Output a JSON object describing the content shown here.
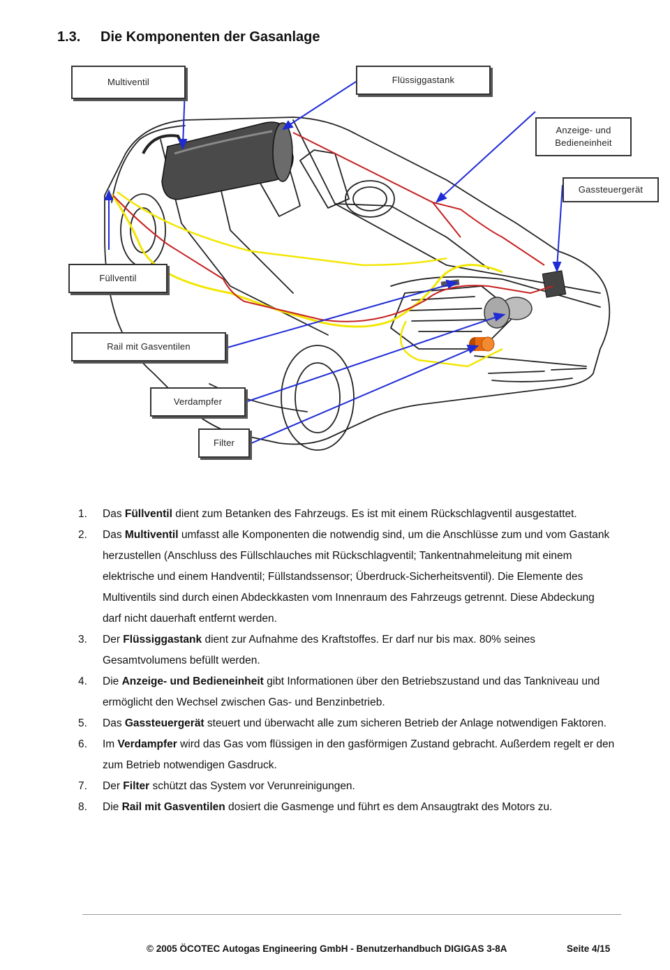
{
  "section": {
    "number": "1.3.",
    "title": "Die Komponenten der Gasanlage"
  },
  "figure": {
    "labels": {
      "multiventil": "Multiventil",
      "fluessiggastank": "Flüssiggastank",
      "anzeige": "Anzeige- und Bedieneinheit",
      "gassteuergeraet": "Gassteuergerät",
      "fuellventil": "Füllventil",
      "rail": "Rail mit Gasventilen",
      "verdampfer": "Verdampfer",
      "filter": "Filter"
    },
    "colors": {
      "pointer": "#1f2bd6",
      "gas_line": "#f2e600",
      "electric_line": "#c62020",
      "filter_part": "#e86a10"
    }
  },
  "items": [
    {
      "n": "1.",
      "pre": "Das ",
      "bold": "Füllventil",
      "post": " dient zum Betanken des Fahrzeugs. Es ist mit einem Rückschlagventil ausgestattet."
    },
    {
      "n": "2.",
      "pre": "Das ",
      "bold": "Multiventil",
      "post": " umfasst alle Komponenten die notwendig sind, um die Anschlüsse zum und vom Gastank herzustellen (Anschluss des Füllschlauches mit Rückschlagventil; Tankentnahmeleitung mit einem elektrische und einem Handventil; Füllstandssensor; Überdruck-Sicherheitsventil). Die Elemente des Multiventils sind durch einen Abdeckkasten vom Innenraum des Fahrzeugs getrennt. Diese Abdeckung darf nicht dauerhaft entfernt werden."
    },
    {
      "n": "3.",
      "pre": "Der ",
      "bold": "Flüssiggastank",
      "post": " dient zur Aufnahme des Kraftstoffes. Er darf nur bis max. 80% seines Gesamtvolumens befüllt werden."
    },
    {
      "n": "4.",
      "pre": "Die ",
      "bold": "Anzeige- und Bedieneinheit",
      "post": " gibt Informationen über den Betriebszustand und das Tankniveau und ermöglicht den Wechsel zwischen Gas- und Benzinbetrieb."
    },
    {
      "n": "5.",
      "pre": "Das ",
      "bold": "Gassteuergerät",
      "post": " steuert und überwacht alle zum sicheren Betrieb der Anlage notwendigen Faktoren."
    },
    {
      "n": "6.",
      "pre": "Im ",
      "bold": "Verdampfer",
      "post": " wird das Gas vom flüssigen in den gasförmigen Zustand gebracht. Außerdem regelt er den zum Betrieb notwendigen Gasdruck."
    },
    {
      "n": "7.",
      "pre": "Der ",
      "bold": "Filter",
      "post": " schützt das System vor Verunreinigungen."
    },
    {
      "n": "8.",
      "pre": "Die ",
      "bold": "Rail mit Gasventilen",
      "post": " dosiert die Gasmenge und führt es dem Ansaugtrakt des Motors zu."
    }
  ],
  "footer": {
    "text": "© 2005 ÖCOTEC Autogas Engineering GmbH - Benutzerhandbuch DIGIGAS 3-8A",
    "page": "Seite 4/15"
  }
}
